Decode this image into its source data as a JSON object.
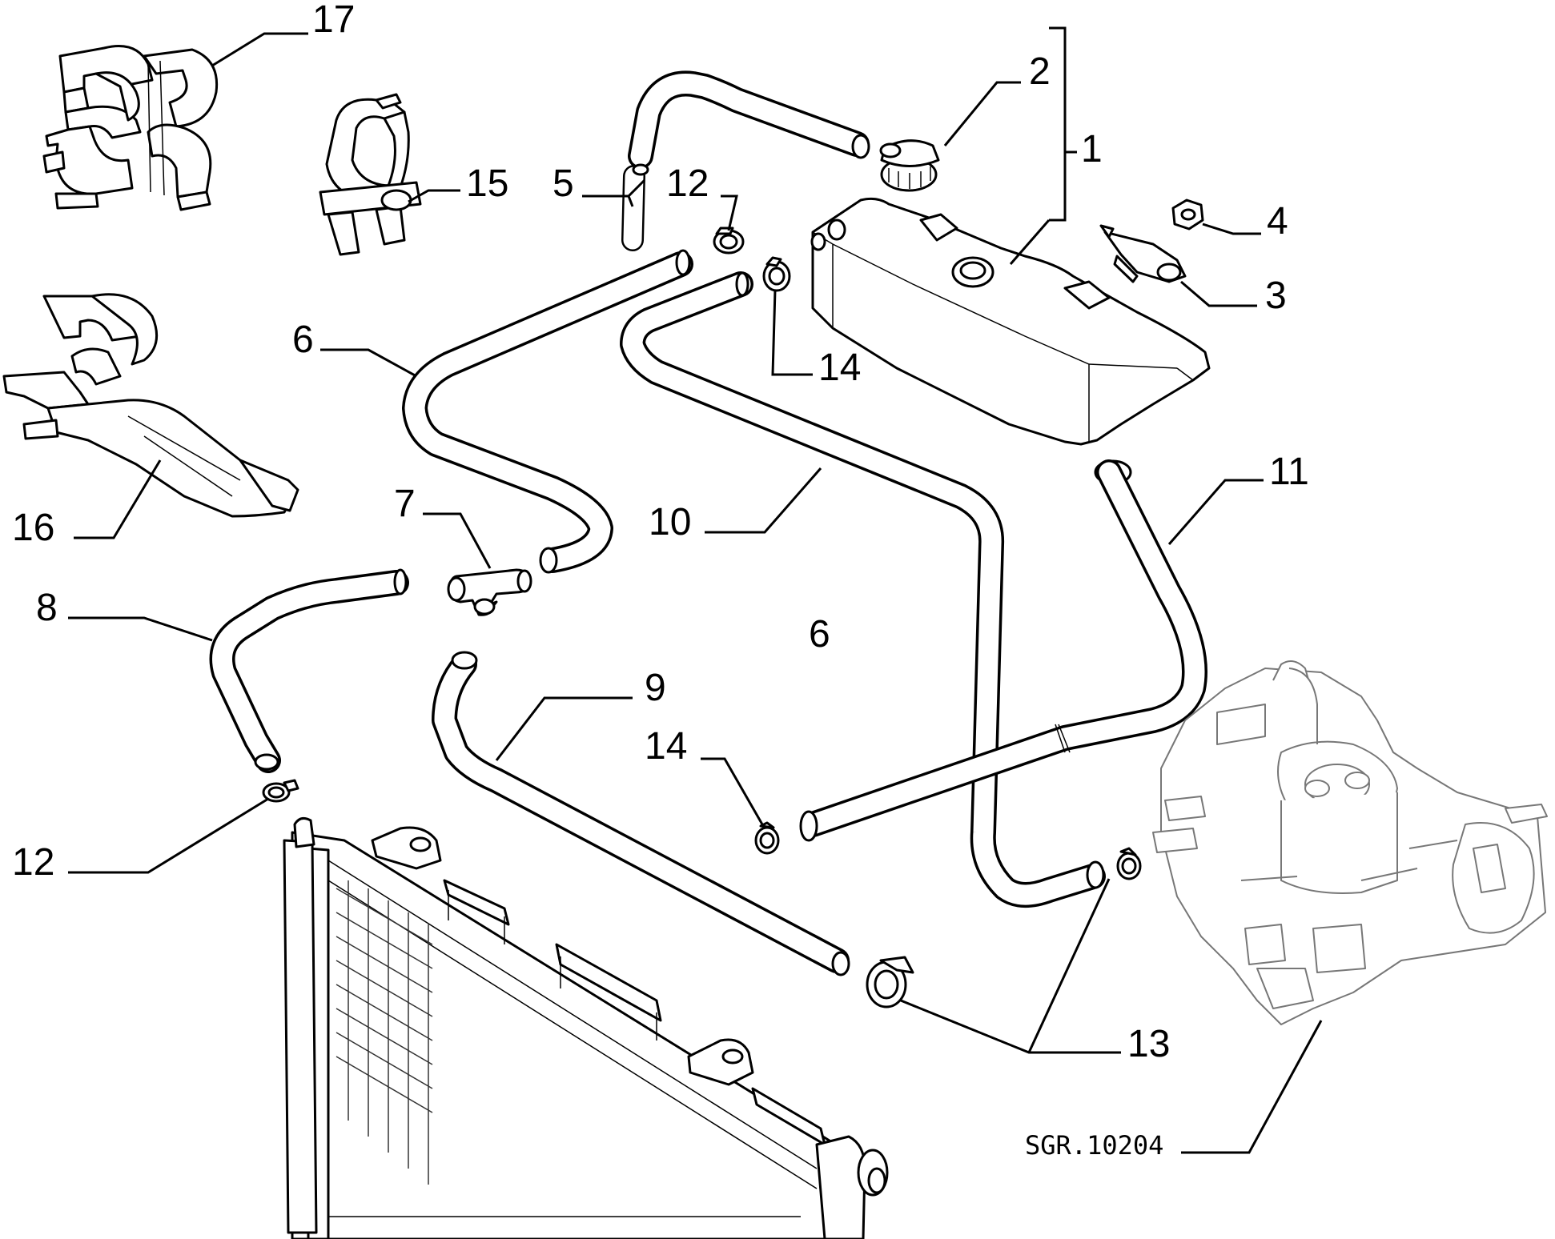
{
  "drawing_code": "SGR.10204",
  "callouts": {
    "c1": "1",
    "c2": "2",
    "c3": "3",
    "c4": "4",
    "c5": "5",
    "c6a": "6",
    "c6b": "6",
    "c7": "7",
    "c8": "8",
    "c9": "9",
    "c10": "10",
    "c11": "11",
    "c12a": "12",
    "c12b": "12",
    "c13": "13",
    "c14a": "14",
    "c14b": "14",
    "c15": "15",
    "c16": "16",
    "c17": "17"
  },
  "parts": [
    {
      "id": "expansion-tank",
      "callout": "1"
    },
    {
      "id": "tank-cap",
      "callout": "2"
    },
    {
      "id": "level-sensor",
      "callout": "3"
    },
    {
      "id": "nut",
      "callout": "4"
    },
    {
      "id": "breather-hose",
      "callout": "5"
    },
    {
      "id": "hose",
      "callout": "6"
    },
    {
      "id": "three-way-union",
      "callout": "7"
    },
    {
      "id": "hose",
      "callout": "8"
    },
    {
      "id": "hose",
      "callout": "9"
    },
    {
      "id": "hose",
      "callout": "10"
    },
    {
      "id": "hose",
      "callout": "11"
    },
    {
      "id": "hose-clip",
      "callout": "12"
    },
    {
      "id": "hose-clip",
      "callout": "13"
    },
    {
      "id": "hose-clip",
      "callout": "14"
    },
    {
      "id": "pipe-bracket",
      "callout": "15"
    },
    {
      "id": "pipe-bracket",
      "callout": "16"
    },
    {
      "id": "pipe-bracket",
      "callout": "17"
    }
  ],
  "icons": [
    "radiator-icon",
    "carburettor-icon",
    "expansion-tank-icon",
    "clip-icon",
    "bracket-icon"
  ]
}
